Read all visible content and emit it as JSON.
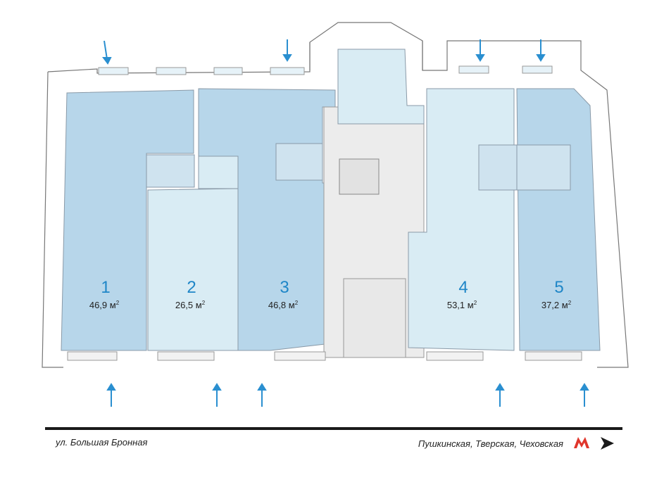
{
  "colors": {
    "unit_dark": "#b7d6ea",
    "unit_light": "#d9ecf4",
    "core": "#eeeeee",
    "wall": "#666666",
    "arrow": "#2a8fd0",
    "metro": "#e0362c"
  },
  "units": [
    {
      "number": "1",
      "area": "46,9 м",
      "sup": "2"
    },
    {
      "number": "2",
      "area": "26,5 м",
      "sup": "2"
    },
    {
      "number": "3",
      "area": "46,8 м",
      "sup": "2"
    },
    {
      "number": "4",
      "area": "53,1 м",
      "sup": "2"
    },
    {
      "number": "5",
      "area": "37,2 м",
      "sup": "2"
    }
  ],
  "street": "ул. Большая Бронная",
  "metro": "Пушкинская, Тверская, Чеховская",
  "icons": {
    "metro": "metro-m-icon",
    "direction": "direction-arrow-icon",
    "entrance": "entrance-arrow-icon"
  }
}
